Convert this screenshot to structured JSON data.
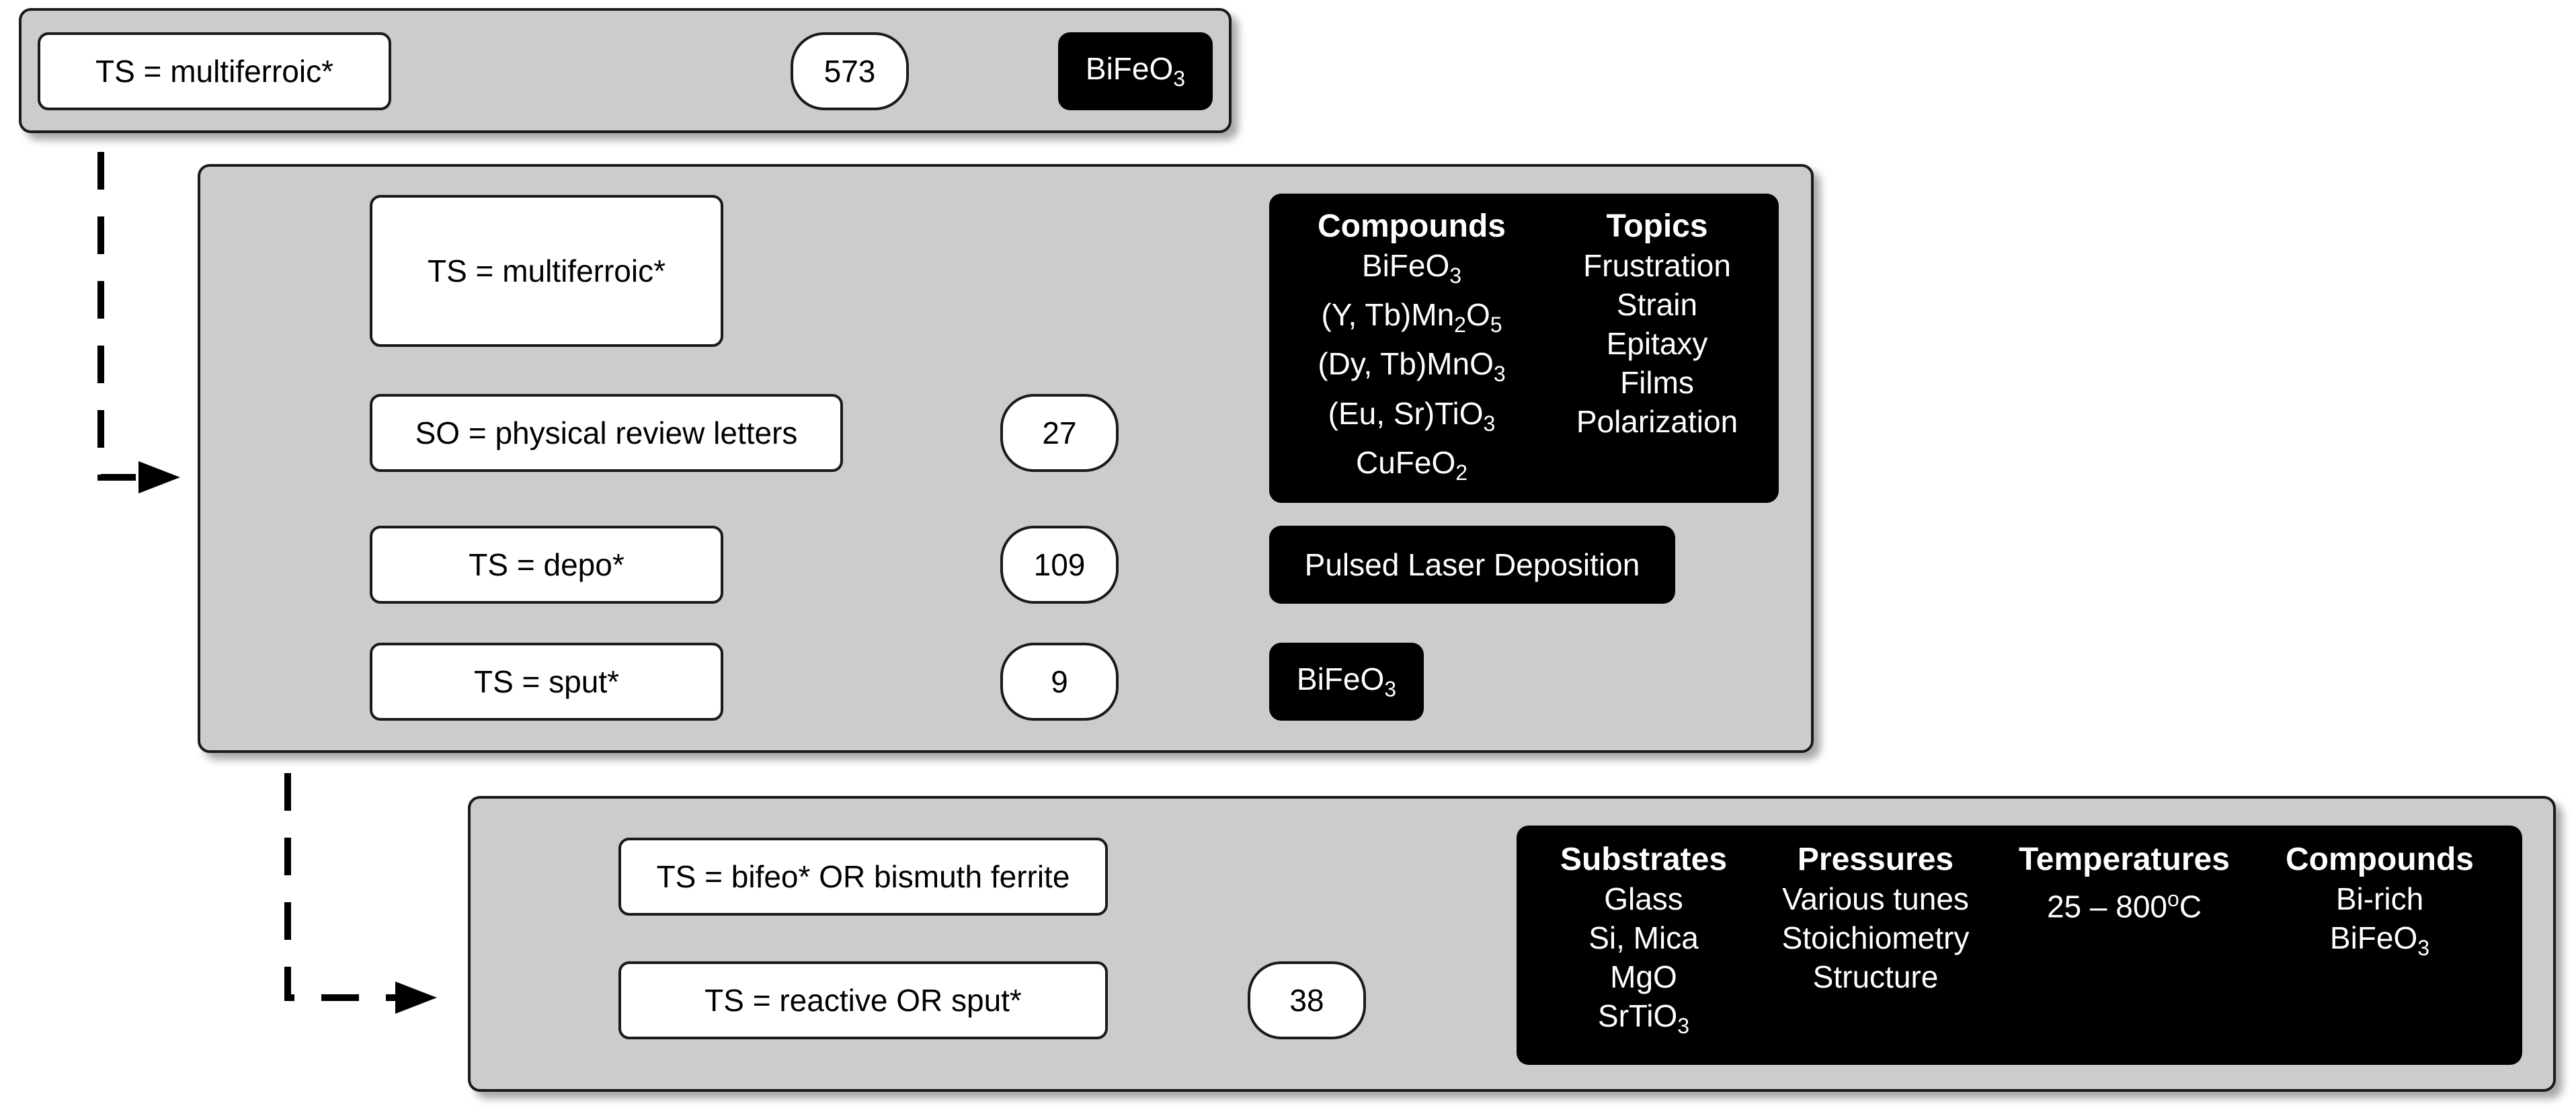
{
  "panel1": {
    "query": "TS = multiferroic*",
    "count": "573",
    "result": {
      "base": "BiFe",
      "element": "O",
      "sub": "3"
    }
  },
  "panel2": {
    "queries": [
      "TS = multiferroic*",
      "SO = physical review letters",
      "TS = depo*",
      "TS = sput*"
    ],
    "counts": [
      "27",
      "109",
      "9"
    ],
    "results": {
      "compounds_header": "Compounds",
      "compounds": [
        [
          [
            "BiFeO",
            ""
          ],
          [
            "3",
            "sub"
          ]
        ],
        [
          [
            "(Y, Tb)Mn",
            ""
          ],
          [
            "2",
            "sub"
          ],
          [
            "O",
            ""
          ],
          [
            "5",
            "sub"
          ]
        ],
        [
          [
            "(Dy, Tb)MnO",
            ""
          ],
          [
            "3",
            "sub"
          ]
        ],
        [
          [
            "(Eu, Sr)TiO",
            ""
          ],
          [
            "3",
            "sub"
          ]
        ],
        [
          [
            "CuFeO",
            ""
          ],
          [
            "2",
            "sub"
          ]
        ]
      ],
      "topics_header": "Topics",
      "topics": [
        "Frustration",
        "Strain",
        "Epitaxy",
        "Films",
        "Polarization"
      ],
      "depo_result": "Pulsed Laser Deposition",
      "sput_result": {
        "base": "BiFe",
        "element": "O",
        "sub": "3"
      }
    }
  },
  "panel3": {
    "queries": [
      "TS = bifeo* OR bismuth ferrite",
      "TS = reactive OR sput*"
    ],
    "count": "38",
    "results": {
      "substrates_header": "Substrates",
      "substrates": [
        [
          [
            "Glass",
            ""
          ]
        ],
        [
          [
            "Si, Mica",
            ""
          ]
        ],
        [
          [
            "MgO",
            ""
          ]
        ],
        [
          [
            "SrTiO",
            ""
          ],
          [
            "3",
            "sub"
          ]
        ]
      ],
      "pressures_header": "Pressures",
      "pressures": [
        [
          [
            "Various tunes",
            ""
          ]
        ],
        [
          [
            "Stoichiometry",
            ""
          ]
        ],
        [
          [
            "Structure",
            ""
          ]
        ]
      ],
      "temperatures_header": "Temperatures",
      "temperatures": [
        [
          [
            "25 – 800",
            ""
          ],
          [
            "o",
            "sup"
          ],
          [
            "C",
            ""
          ]
        ]
      ],
      "compounds_header": "Compounds",
      "compounds": [
        [
          [
            "Bi-rich",
            ""
          ]
        ],
        [
          [
            "BiFeO",
            ""
          ],
          [
            "3",
            "sub"
          ]
        ]
      ]
    }
  }
}
